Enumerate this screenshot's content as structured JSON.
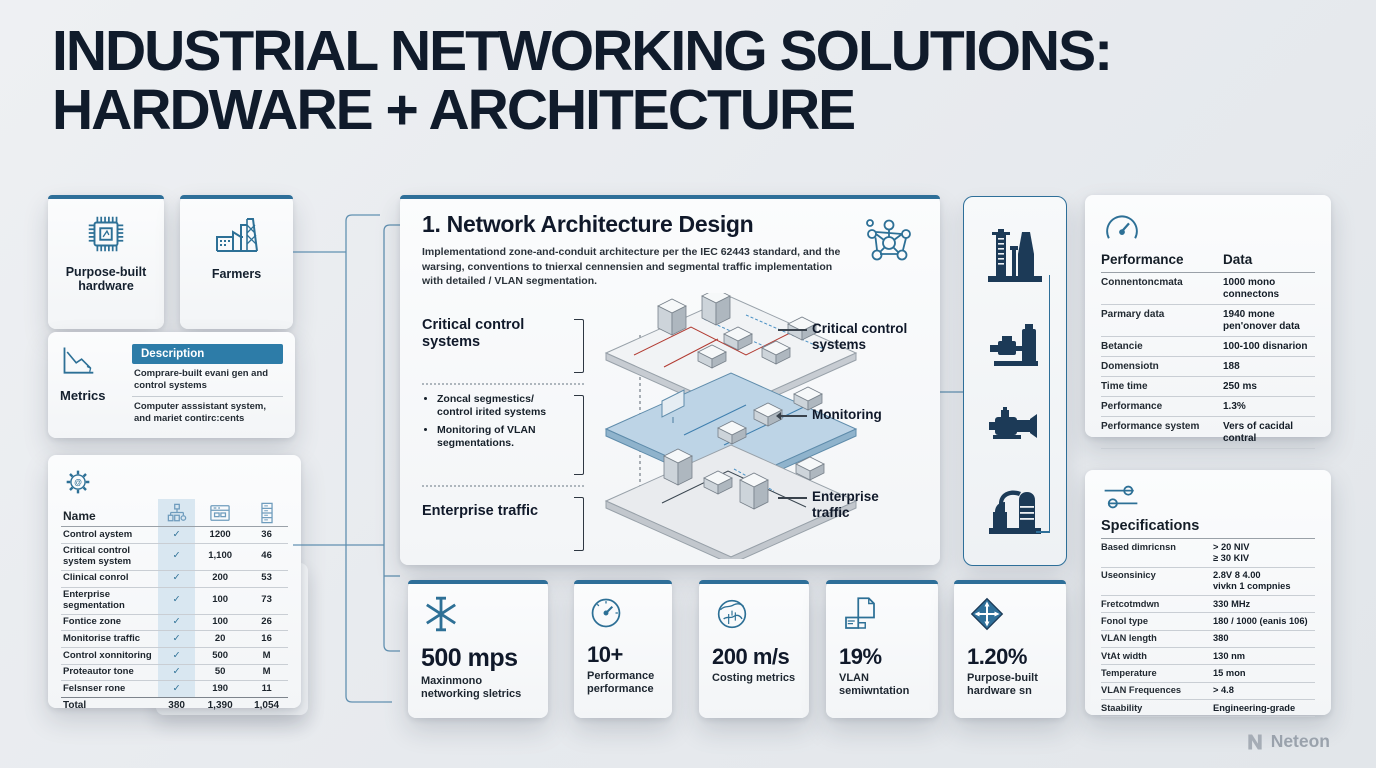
{
  "title": {
    "line1": "INDUSTRIAL NETWORKING SOLUTIONS:",
    "line2": "HARDWARE + ARCHITECTURE"
  },
  "left_cards": {
    "purpose_label": "Purpose-built hardware",
    "farmers_label": "Farmers",
    "metrics_label": "Metrics",
    "metrics_header": "Description",
    "metrics_row1": "Comprare-built evani gen and control systems",
    "metrics_row2": "Computer asssistant system, and mariet contirc:cents"
  },
  "left_table": {
    "name_header": "Name",
    "rows": [
      {
        "name": "Control aystem",
        "check": "✓",
        "v1": "1200",
        "v2": "36"
      },
      {
        "name": "Critical control system system",
        "check": "✓",
        "v1": "1,100",
        "v2": "46"
      },
      {
        "name": "Clinical conrol",
        "check": "✓",
        "v1": "200",
        "v2": "53"
      },
      {
        "name": "Enterprise segmentation",
        "check": "✓",
        "v1": "100",
        "v2": "73"
      },
      {
        "name": "Fontice zone",
        "check": "✓",
        "v1": "100",
        "v2": "26"
      },
      {
        "name": "Monitorise traffic",
        "check": "✓",
        "v1": "20",
        "v2": "16"
      },
      {
        "name": "Control xonnitoring",
        "check": "✓",
        "v1": "500",
        "v2": "M"
      },
      {
        "name": "Proteautor tone",
        "check": "✓",
        "v1": "50",
        "v2": "M"
      },
      {
        "name": "Felsnser rone",
        "check": "✓",
        "v1": "190",
        "v2": "11"
      }
    ],
    "total": {
      "name": "Total",
      "check": "380",
      "v1": "1,390",
      "v2": "1,054"
    }
  },
  "main_panel": {
    "title": "1. Network Architecture Design",
    "subtitle": "Implementationd zone-and-conduit architecture per the IEC 62443 standard, and the warsing, conventions to tnierxal cennensien and segmental traffic implementation with detailed / VLAN segmentation.",
    "label_top": "Critical control systems",
    "bullet1": "Zoncal segmestics/ control irited systems",
    "bullet2": "Monitoring of VLAN segmentations.",
    "label_bottom": "Enterprise traffic",
    "right_label_1": "Critical control systems",
    "right_label_2": "Monitoring",
    "right_label_3": "Enterprise traffic"
  },
  "performance": {
    "col1": "Performance",
    "col2": "Data",
    "rows": [
      {
        "label": "Connentoncmata",
        "value": "1000 mono connectons"
      },
      {
        "label": "Parmary data",
        "value": "1940 mone pen'onover data"
      },
      {
        "label": "Betancie",
        "value": "100-100 disnarion"
      },
      {
        "label": "Domensiotn",
        "value": "188"
      },
      {
        "label": "Time time",
        "value": "250 ms"
      },
      {
        "label": "Performance",
        "value": "1.3%"
      },
      {
        "label": "Performance system",
        "value": "Vers of cacidal contral"
      }
    ]
  },
  "specifications": {
    "title": "Specifications",
    "rows": [
      {
        "label": "Based dimricnsn",
        "value": "> 20 NIV",
        "value2": "≥ 30 KIV"
      },
      {
        "label": "Useonsinicy",
        "value": "2.8V 8 4.00",
        "value2": "vivkn 1 compnies"
      },
      {
        "label": "Fretcotmdwn",
        "value": "330 MHz"
      },
      {
        "label": "Fonol type",
        "value": "180 / 1000 (eanis 106)"
      },
      {
        "label": "VLAN length",
        "value": "380"
      },
      {
        "label": "VtAt width",
        "value": "130 nm"
      },
      {
        "label": "Temperature",
        "value": "15 mon"
      },
      {
        "label": "VLAN Frequences",
        "value": "> 4.8"
      },
      {
        "label": "Staability",
        "value": "Engineering-grade"
      }
    ]
  },
  "stats": [
    {
      "value": "500 mps",
      "label": "Maxinmono networking sletrics"
    },
    {
      "value": "10+",
      "label": "Performance performance"
    },
    {
      "value": "200 m/s",
      "label": "Costing metrics"
    },
    {
      "value": "19%",
      "label": "VLAN semiwntation"
    },
    {
      "value": "1.20%",
      "label": "Purpose-built hardware sn"
    }
  ],
  "brand": {
    "name": "Neteon"
  }
}
